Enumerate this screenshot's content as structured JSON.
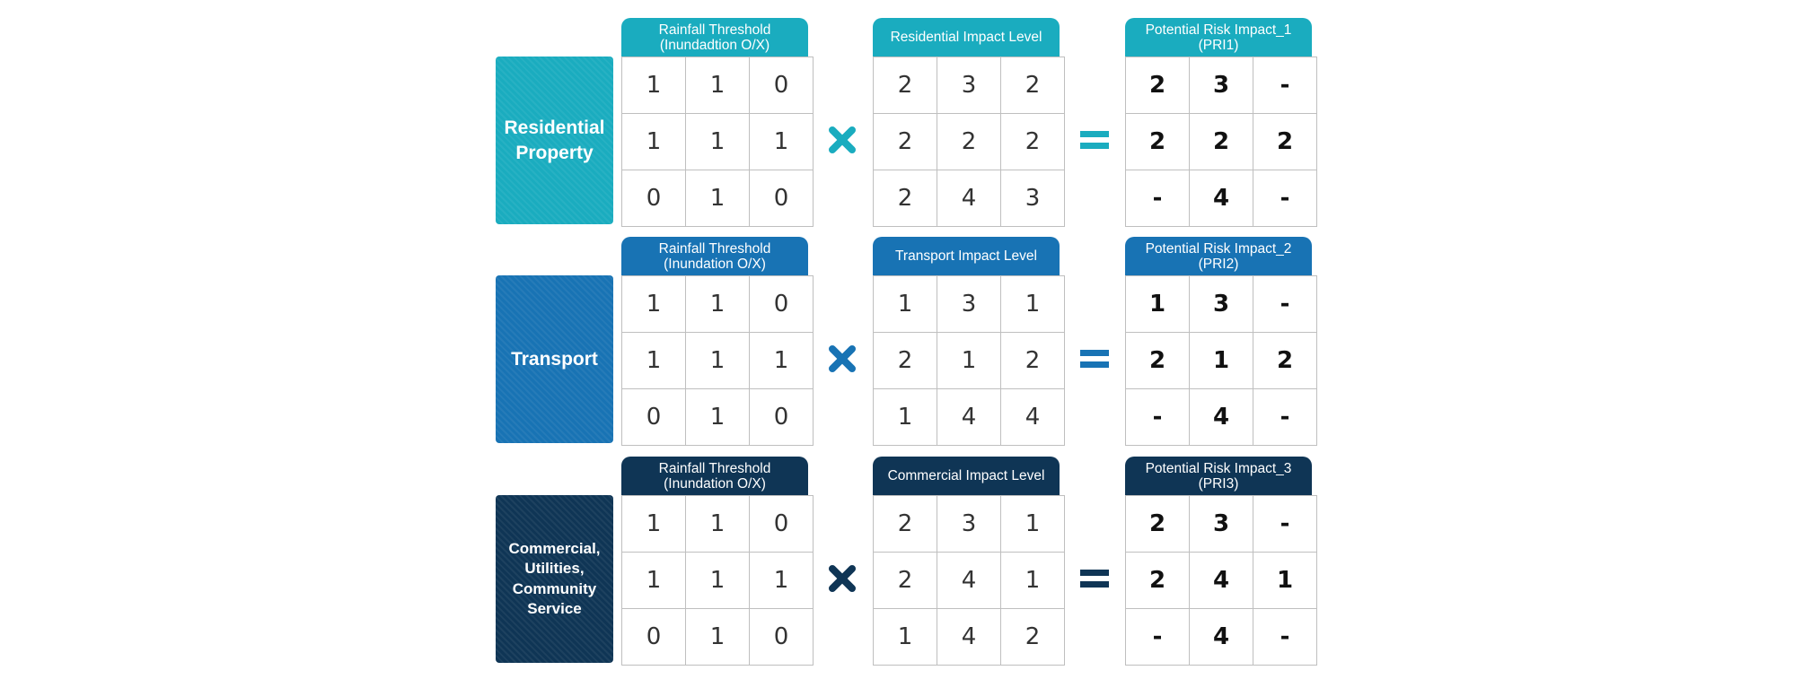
{
  "rows": [
    {
      "category": "Residential\nProperty",
      "color": "#1aacbf",
      "threshold_header": "Rainfall Threshold\n(Inundadtion O/X)",
      "impact_header": "Residential Impact Level",
      "risk_header": "Potential Risk Impact_1\n(PRI1)",
      "threshold": [
        [
          "1",
          "1",
          "0"
        ],
        [
          "1",
          "1",
          "1"
        ],
        [
          "0",
          "1",
          "0"
        ]
      ],
      "impact": [
        [
          "2",
          "3",
          "2"
        ],
        [
          "2",
          "2",
          "2"
        ],
        [
          "2",
          "4",
          "3"
        ]
      ],
      "risk": [
        [
          "2",
          "3",
          "-"
        ],
        [
          "2",
          "2",
          "2"
        ],
        [
          "-",
          "4",
          "-"
        ]
      ]
    },
    {
      "category": "Transport",
      "color": "#1873b4",
      "threshold_header": "Rainfall Threshold\n(Inundation O/X)",
      "impact_header": "Transport Impact Level",
      "risk_header": "Potential Risk Impact_2\n(PRI2)",
      "threshold": [
        [
          "1",
          "1",
          "0"
        ],
        [
          "1",
          "1",
          "1"
        ],
        [
          "0",
          "1",
          "0"
        ]
      ],
      "impact": [
        [
          "1",
          "3",
          "1"
        ],
        [
          "2",
          "1",
          "2"
        ],
        [
          "1",
          "4",
          "4"
        ]
      ],
      "risk": [
        [
          "1",
          "3",
          "-"
        ],
        [
          "2",
          "1",
          "2"
        ],
        [
          "-",
          "4",
          "-"
        ]
      ]
    },
    {
      "category": "Commercial,\nUtilities,\nCommunity\nService",
      "color": "#0f3555",
      "threshold_header": "Rainfall Threshold\n(Inundation O/X)",
      "impact_header": "Commercial Impact Level",
      "risk_header": "Potential Risk Impact_3\n(PRI3)",
      "threshold": [
        [
          "1",
          "1",
          "0"
        ],
        [
          "1",
          "1",
          "1"
        ],
        [
          "0",
          "1",
          "0"
        ]
      ],
      "impact": [
        [
          "2",
          "3",
          "1"
        ],
        [
          "2",
          "4",
          "1"
        ],
        [
          "1",
          "4",
          "2"
        ]
      ],
      "risk": [
        [
          "2",
          "3",
          "-"
        ],
        [
          "2",
          "4",
          "1"
        ],
        [
          "-",
          "4",
          "-"
        ]
      ]
    }
  ]
}
